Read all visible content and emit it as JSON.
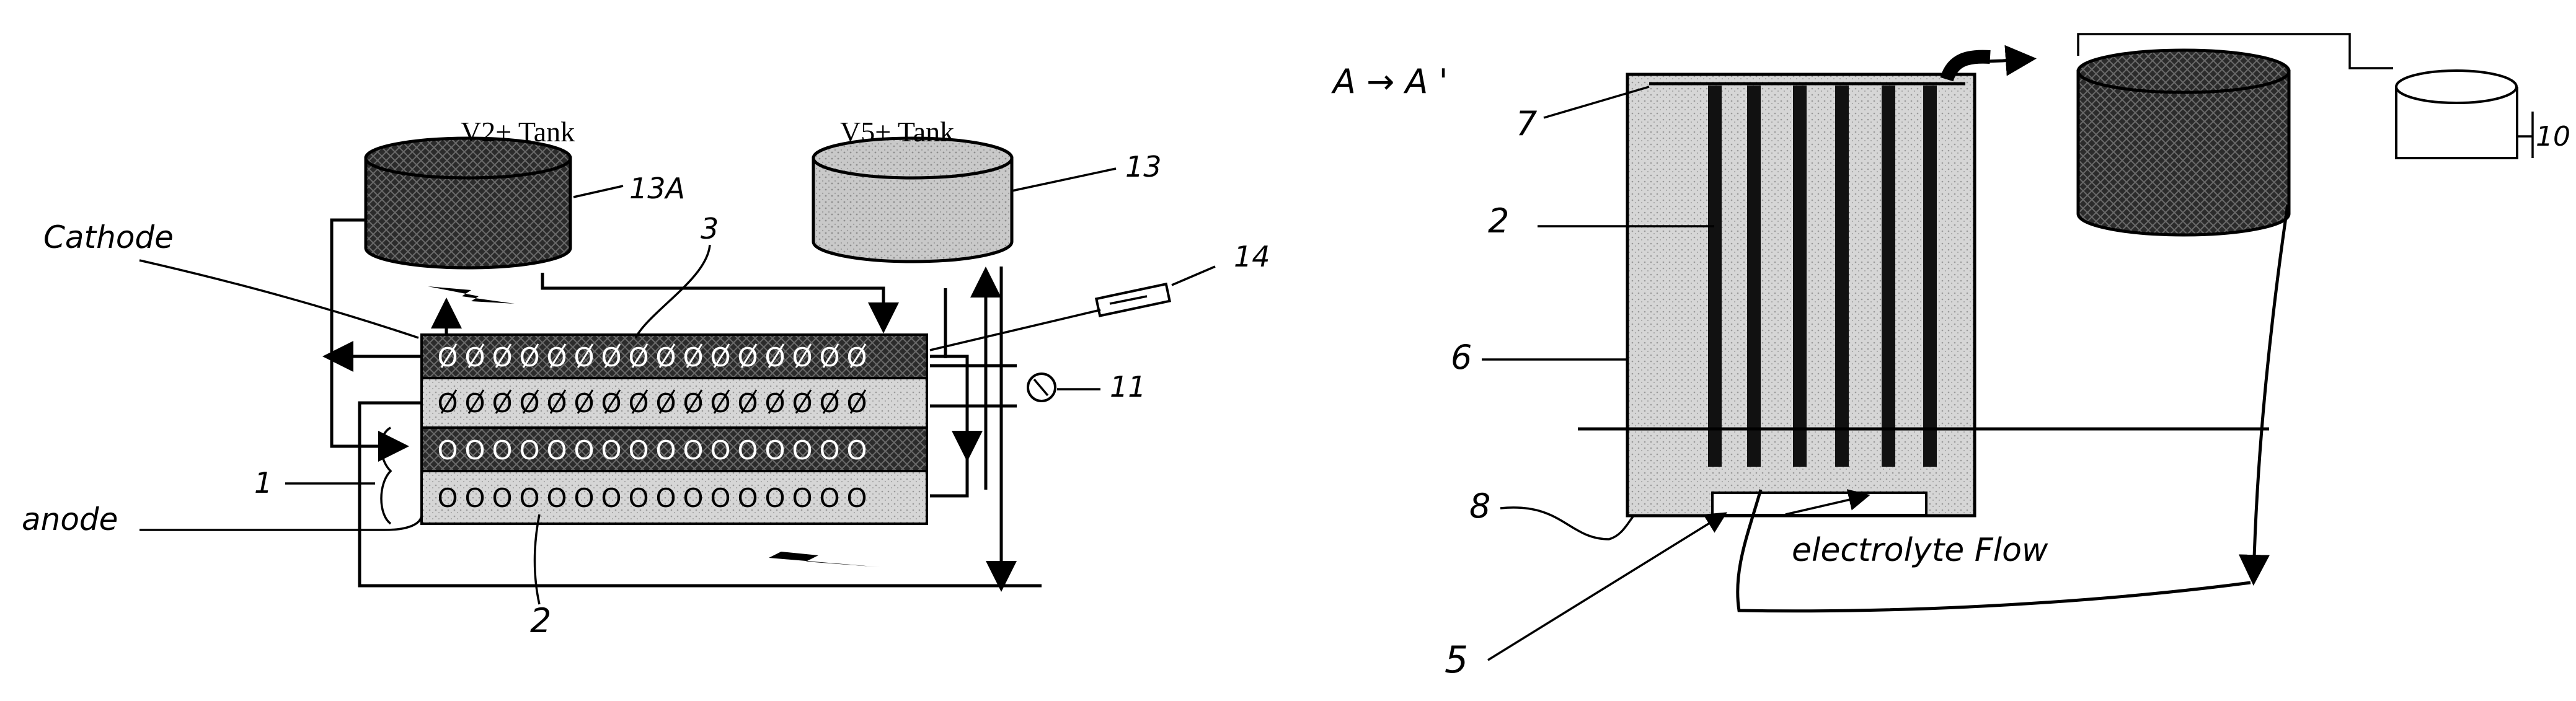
{
  "left_diagram": {
    "tank_v2_title": "V2+ Tank",
    "tank_v5_title": "V5+ Tank",
    "label_13a": "13A",
    "label_13": "13",
    "label_cathode": "Cathode",
    "label_3": "3",
    "label_14": "14",
    "label_11": "11",
    "label_1": "1",
    "label_anode": "anode",
    "label_2": "2",
    "row_symbol": "O"
  },
  "right_diagram": {
    "section_label": "A → A '",
    "label_7": "7",
    "label_2": "2",
    "label_6": "6",
    "label_8": "8",
    "label_5": "5",
    "label_10": "10",
    "electrolyte_label": "electrolyte Flow"
  },
  "colors": {
    "ink": "#000000",
    "light_fill": "#d4d4d4",
    "dark_fill": "#2e2e2e",
    "tank_dark": "#2b2b2b",
    "tank_light": "#c8c8c8"
  }
}
